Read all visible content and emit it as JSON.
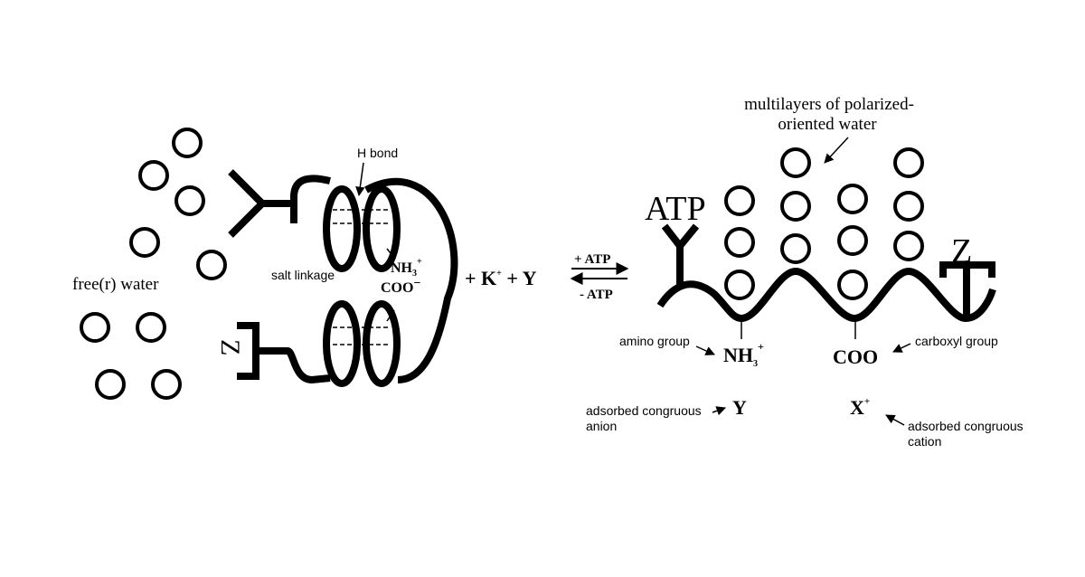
{
  "left": {
    "free_water": "free(r) water",
    "h_bond": "H bond",
    "salt_linkage": "salt linkage",
    "nh3": "NH",
    "nh3_sub": "3",
    "nh3_sup": "+",
    "coo": "COO",
    "coo_sup": "−",
    "z": "Z"
  },
  "reaction": {
    "plus1": "+",
    "k": "K",
    "k_sup": "+",
    "plus2": "+",
    "y": "Y",
    "forward": "+ ATP",
    "reverse": "- ATP"
  },
  "right": {
    "title_line1": "multilayers of polarized-",
    "title_line2": "oriented water",
    "atp": "ATP",
    "z": "Z",
    "amino_group": "amino group",
    "nh3": "NH",
    "nh3_sub": "3",
    "nh3_sup": "+",
    "coo": "COO",
    "carboxyl_group": "carboxyl group",
    "anion_line1": "adsorbed congruous",
    "anion_line2": "anion",
    "y": "Y",
    "x": "X",
    "x_sup": "+",
    "cation_line1": "adsorbed congruous",
    "cation_line2": "cation"
  }
}
